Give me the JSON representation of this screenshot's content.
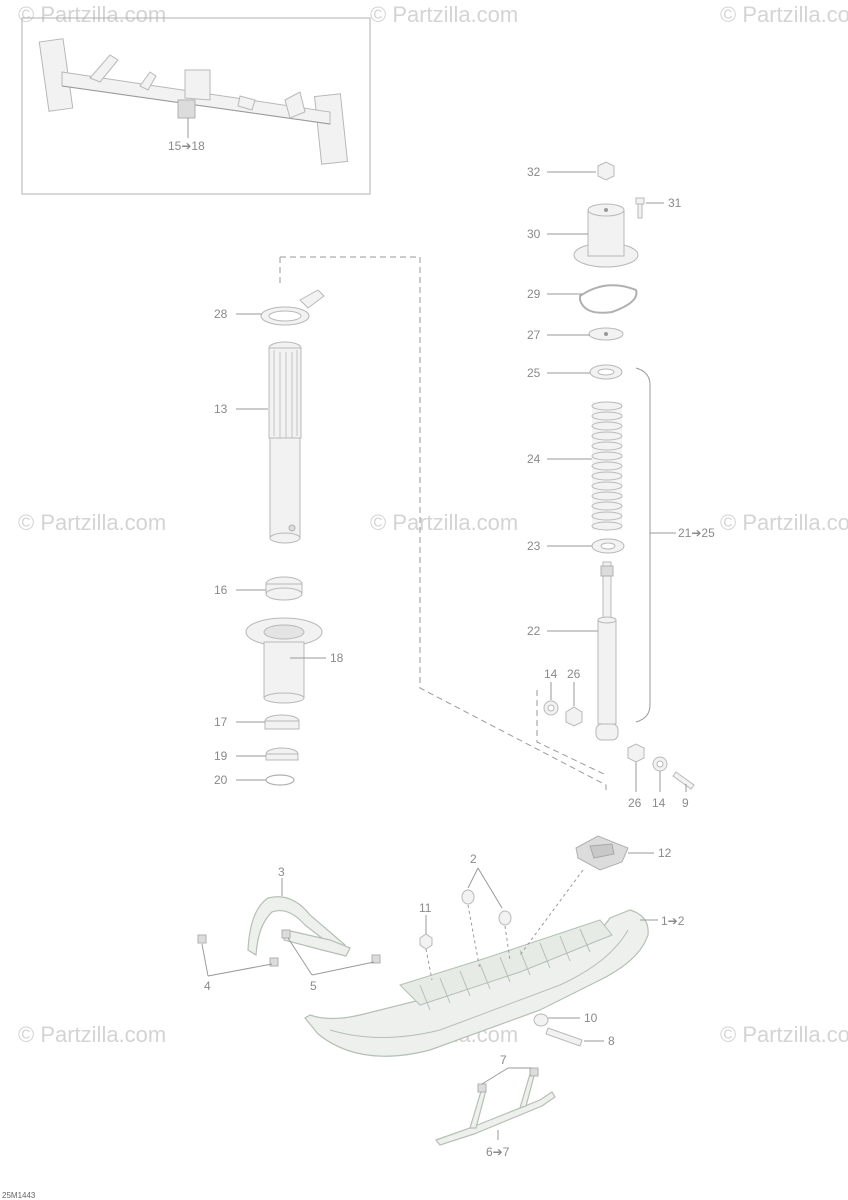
{
  "watermark": "© Partzilla.com",
  "diagram_code": "25M1443",
  "inset": {
    "label": "15➔18"
  },
  "callouts": {
    "c32": "32",
    "c31": "31",
    "c30": "30",
    "c29": "29",
    "c27": "27",
    "c25": "25",
    "c24": "24",
    "c23": "23",
    "c22": "22",
    "c21_25": "21➔25",
    "c14a": "14",
    "c26a": "26",
    "c26b": "26",
    "c14b": "14",
    "c9": "9",
    "c28": "28",
    "c13": "13",
    "c16": "16",
    "c18": "18",
    "c17": "17",
    "c19": "19",
    "c20": "20",
    "c3": "3",
    "c2": "2",
    "c12": "12",
    "c11": "11",
    "c1_2": "1➔2",
    "c4": "4",
    "c5": "5",
    "c10": "10",
    "c8": "8",
    "c7": "7",
    "c6_7": "6➔7"
  }
}
